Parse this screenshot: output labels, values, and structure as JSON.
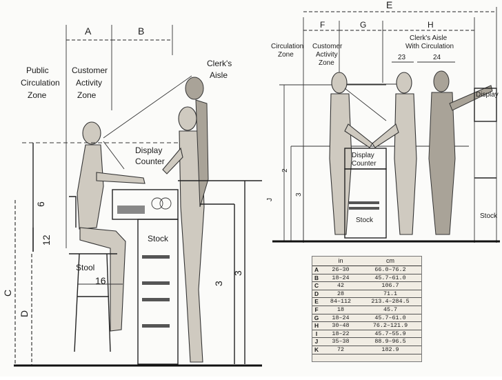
{
  "left_diagram": {
    "dim_top": [
      "A",
      "B"
    ],
    "zones": {
      "public": [
        "Public",
        "Circulation",
        "Zone"
      ],
      "customer": [
        "Customer",
        "Activity",
        "Zone"
      ],
      "clerk": [
        "Clerk's",
        "Aisle"
      ]
    },
    "display_counter": [
      "Display",
      "Counter"
    ],
    "stock": "Stock",
    "stool": "Stool",
    "dims": {
      "d6": "6",
      "d12": "12",
      "d16": "16",
      "d3a": "3",
      "d3b": "3",
      "C": "C",
      "D": "D"
    }
  },
  "right_diagram": {
    "dim_top": [
      "E"
    ],
    "dim_row": [
      "F",
      "G",
      "H"
    ],
    "zones": {
      "circ": [
        "Circulation",
        "Zone"
      ],
      "customer": [
        "Customer",
        "Activity",
        "Zone"
      ],
      "clerk": [
        "Clerk's Aisle",
        "With Circulation"
      ]
    },
    "small_dims": {
      "d23": "23",
      "d24": "24"
    },
    "display_counter": [
      "Display",
      "Counter"
    ],
    "display": "Display",
    "stock": [
      "Stock",
      "Stock"
    ],
    "dims": {
      "d2": "2",
      "d3": "3",
      "J": "J"
    }
  },
  "table": {
    "headers": [
      "in",
      "cm"
    ],
    "rows": [
      {
        "key": "A",
        "in": "26–30",
        "cm": "66.0–76.2"
      },
      {
        "key": "B",
        "in": "18–24",
        "cm": "45.7–61.0"
      },
      {
        "key": "C",
        "in": "42",
        "cm": "106.7"
      },
      {
        "key": "D",
        "in": "28",
        "cm": "71.1"
      },
      {
        "key": "E",
        "in": "84–112",
        "cm": "213.4–284.5"
      },
      {
        "key": "F",
        "in": "18",
        "cm": "45.7"
      },
      {
        "key": "G",
        "in": "18–24",
        "cm": "45.7–61.0"
      },
      {
        "key": "H",
        "in": "30–48",
        "cm": "76.2–121.9"
      },
      {
        "key": "I",
        "in": "18–22",
        "cm": "45.7–55.9"
      },
      {
        "key": "J",
        "in": "35–38",
        "cm": "88.9–96.5"
      },
      {
        "key": "K",
        "in": "72",
        "cm": "182.9"
      }
    ]
  }
}
